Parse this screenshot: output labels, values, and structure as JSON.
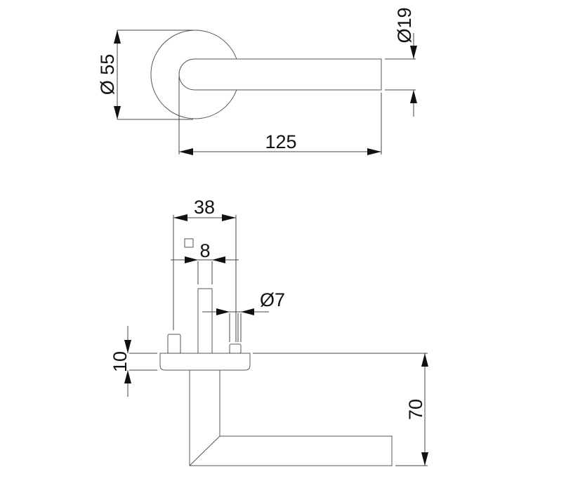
{
  "top_view": {
    "rose_diameter_label": "Ø 55",
    "lever_diameter_label": "Ø19",
    "lever_length_label": "125"
  },
  "side_view": {
    "pin_spacing_label": "38",
    "spindle_square_label": "8",
    "pin_diameter_label": "Ø7",
    "rose_thickness_label": "10",
    "projection_label": "70"
  },
  "colors": {
    "line": "#555555",
    "text": "#111111"
  }
}
